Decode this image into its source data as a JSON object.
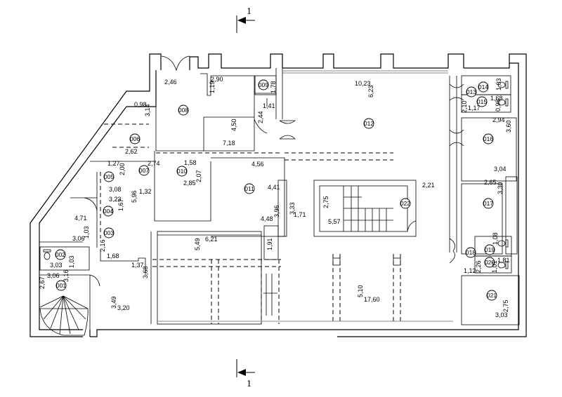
{
  "section_marker": {
    "label": "1"
  },
  "rooms": [
    {
      "id": "001"
    },
    {
      "id": "002"
    },
    {
      "id": "003"
    },
    {
      "id": "004"
    },
    {
      "id": "005"
    },
    {
      "id": "006"
    },
    {
      "id": "007"
    },
    {
      "id": "008"
    },
    {
      "id": "009"
    },
    {
      "id": "010"
    },
    {
      "id": "011"
    },
    {
      "id": "012"
    },
    {
      "id": "013"
    },
    {
      "id": "014"
    },
    {
      "id": "015"
    },
    {
      "id": "016"
    },
    {
      "id": "017"
    },
    {
      "id": "018"
    },
    {
      "id": "019"
    },
    {
      "id": "020"
    },
    {
      "id": "021"
    },
    {
      "id": "022"
    }
  ],
  "dimensions": {
    "r008_a": "2,46",
    "r008_b": "2,90",
    "r008_c": "1,19",
    "r008_d": "4,50",
    "r008_e": "7,18",
    "r009_a": "1,78",
    "r009_b": "1,41",
    "r009_c": "2,44",
    "r006_a": "0,98",
    "r006_b": "3,14",
    "r006_c": "2,62",
    "r005_a": "1,27",
    "r005_b": "2,00",
    "r007_a": "2,74",
    "r010_a": "1,58",
    "r010_b": "2,85",
    "r010_c": "2,07",
    "r011_a": "4,56",
    "r011_b": "4,41",
    "r011_c": "3,96",
    "r011_d": "4,48",
    "r011_e": "3,33",
    "r012_a": "10,23",
    "r012_b": "6,23",
    "r012_c": "1,71",
    "r012_d": "2,21",
    "r022_a": "2,75",
    "r022_b": "5,57",
    "r003_a": "3,08",
    "r003_b": "3,23",
    "r003_c": "1,67",
    "r003_d": "5,96",
    "r003_e": "1,32",
    "r003_f": "2,16",
    "r003_g": "1,68",
    "r004_a": "4,71",
    "r004_b": "3,06",
    "r004_c": "1,03",
    "r002_a": "3,03",
    "r002_b": "1,03",
    "r001_a": "3,06",
    "r001_b": "3,16",
    "r001_c": "2,67",
    "hall_a": "1,37",
    "hall_b": "3,68",
    "hall_c": "3,49",
    "hall_d": "3,20",
    "big_a": "5,49",
    "big_b": "6,21",
    "big_c": "1,91",
    "big_d": "5,10",
    "big_e": "17,60",
    "r013_a": "2,10",
    "r015_a": "1,17",
    "r015_b": "1,68",
    "r015_c": "0,98",
    "r014_a": "1,03",
    "r016_a": "2,94",
    "r016_b": "3,60",
    "r016_c": "3,04",
    "r017_a": "2,65",
    "r017_b": "3,30",
    "r018_a": "1,12",
    "r018_b": "2,26",
    "r019_a": "1,08",
    "r020_a": "1,81",
    "r020_b": "1,01",
    "r021_a": "2,75",
    "r021_b": "3,03"
  }
}
